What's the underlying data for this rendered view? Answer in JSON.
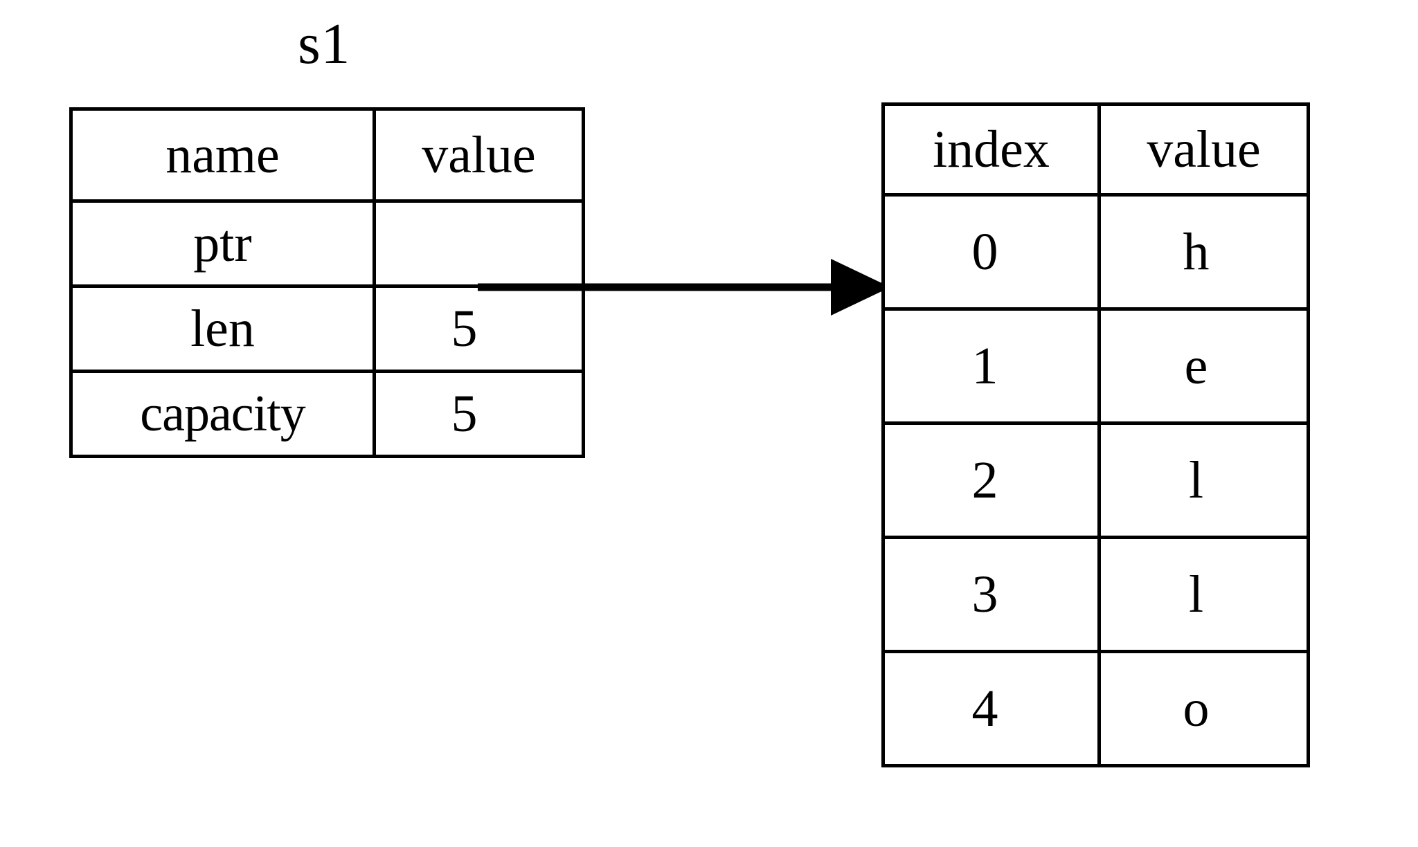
{
  "diagram": {
    "kind": "memory-layout-diagram",
    "title_label": "s1",
    "colors": {
      "stroke": "#000000",
      "background": "#ffffff",
      "text": "#000000"
    },
    "struct_table": {
      "name": "s1",
      "headers": [
        "name",
        "value"
      ],
      "rows": [
        {
          "name": "ptr",
          "value": ""
        },
        {
          "name": "len",
          "value": "5"
        },
        {
          "name": "capacity",
          "value": "5"
        }
      ]
    },
    "buffer_table": {
      "headers": [
        "index",
        "value"
      ],
      "rows": [
        {
          "index": "0",
          "value": "h"
        },
        {
          "index": "1",
          "value": "e"
        },
        {
          "index": "2",
          "value": "l"
        },
        {
          "index": "3",
          "value": "l"
        },
        {
          "index": "4",
          "value": "o"
        }
      ]
    },
    "arrow": {
      "semantic": "ptr-points-to-buffer",
      "from": "struct_table.rows.0.value",
      "to": "buffer_table.rows.0",
      "direction": "right"
    }
  }
}
